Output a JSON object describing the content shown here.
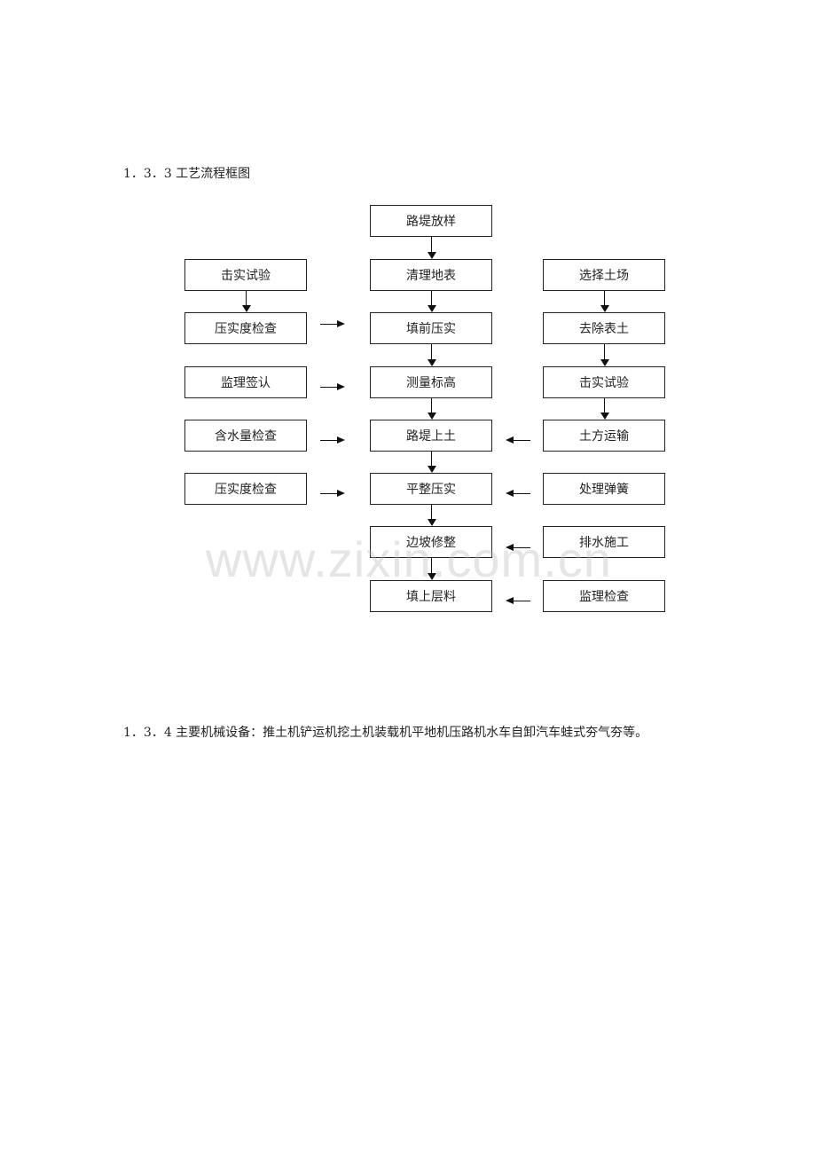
{
  "section_333": {
    "heading": "1．3．3 工艺流程框图"
  },
  "flowchart": {
    "center": [
      "路堤放样",
      "清理地表",
      "填前压实",
      "测量标高",
      "路堤上土",
      "平整压实",
      "边坡修整",
      "填上层料"
    ],
    "left": [
      "击实试验",
      "压实度检查",
      "监理签认",
      "含水量检查",
      "压实度检查"
    ],
    "right": [
      "选择土场",
      "去除表土",
      "击实试验",
      "土方运输",
      "处理弹簧",
      "排水施工",
      "监理检查"
    ]
  },
  "section_334": {
    "text": "1．3．4 主要机械设备：推土机铲运机挖土机装载机平地机压路机水车自卸汽车蛙式夯气夯等。"
  },
  "watermark": "www.zixin.com.cn"
}
